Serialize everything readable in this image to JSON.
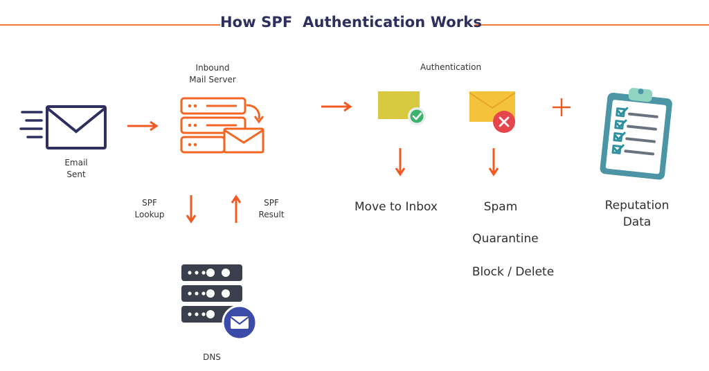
{
  "title": "How SPF  Authentication Works",
  "colors": {
    "accent": "#f05a22",
    "navy": "#2e2f5e",
    "server_orange": "#f26522",
    "dns_dark": "#3a3f4b",
    "dns_badge": "#3b4ba8",
    "envelope_green": "#d7c940",
    "envelope_yellow": "#f5c33b",
    "check_green": "#3cb36b",
    "cross_red": "#e5464c",
    "clipboard_teal": "#4c95a5"
  },
  "labels": {
    "email_sent": [
      "Email",
      "Sent"
    ],
    "inbound_server": [
      "Inbound",
      "Mail Server"
    ],
    "spf_lookup": [
      "SPF",
      "Lookup"
    ],
    "spf_result": [
      "SPF",
      "Result"
    ],
    "dns": "DNS",
    "authentication": "Authentication",
    "move_to_inbox": "Move to Inbox",
    "spam": "Spam",
    "quarantine": "Quarantine",
    "block_delete": "Block / Delete",
    "reputation_data": [
      "Reputation",
      "Data"
    ]
  },
  "icons": {
    "email": "envelope-speed-icon",
    "server": "mail-server-icon",
    "dns": "dns-server-icon",
    "pass": "envelope-check-icon",
    "fail": "envelope-cross-icon",
    "plus": "plus-icon",
    "reputation": "clipboard-checklist-icon"
  }
}
